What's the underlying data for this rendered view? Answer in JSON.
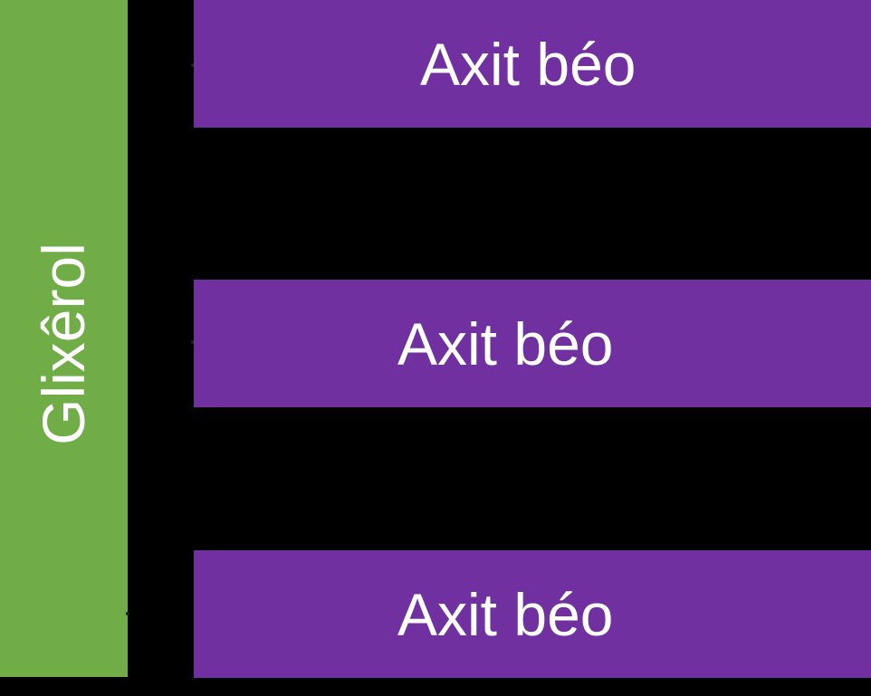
{
  "colors": {
    "background": "#000000",
    "glycerol": "#70AD47",
    "fatty_acid": "#7030A0",
    "text": "#FFFFFF"
  },
  "glycerol": {
    "label": "Glixêrol"
  },
  "fatty_acids": [
    {
      "label": "Axit béo"
    },
    {
      "label": "Axit béo"
    },
    {
      "label": "Axit béo"
    }
  ]
}
